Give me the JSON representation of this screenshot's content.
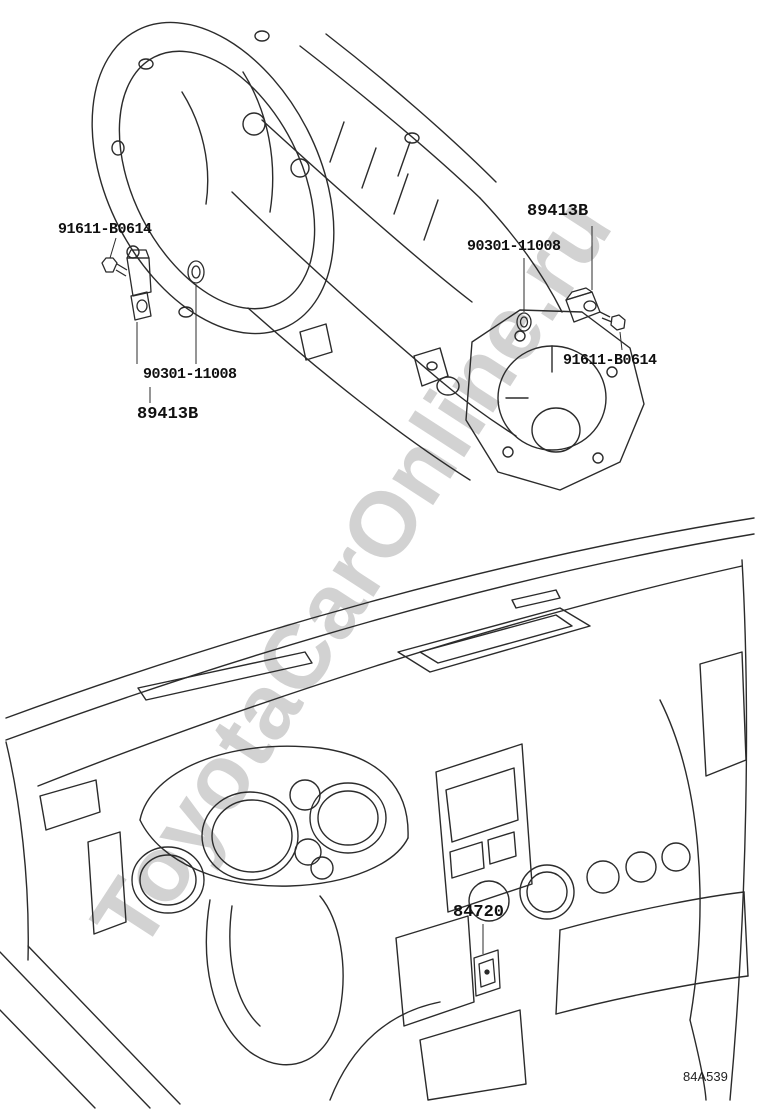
{
  "diagram": {
    "watermark": "ToyotaCarOnline.ru",
    "code": "84A539",
    "parts": {
      "left_bolt": "91611-B0614",
      "left_oring": "90301-11008",
      "left_sensor": "89413B",
      "right_sensor": "89413B",
      "right_oring": "90301-11008",
      "right_bolt": "91611-B0614",
      "dash_switch": "84720"
    }
  }
}
